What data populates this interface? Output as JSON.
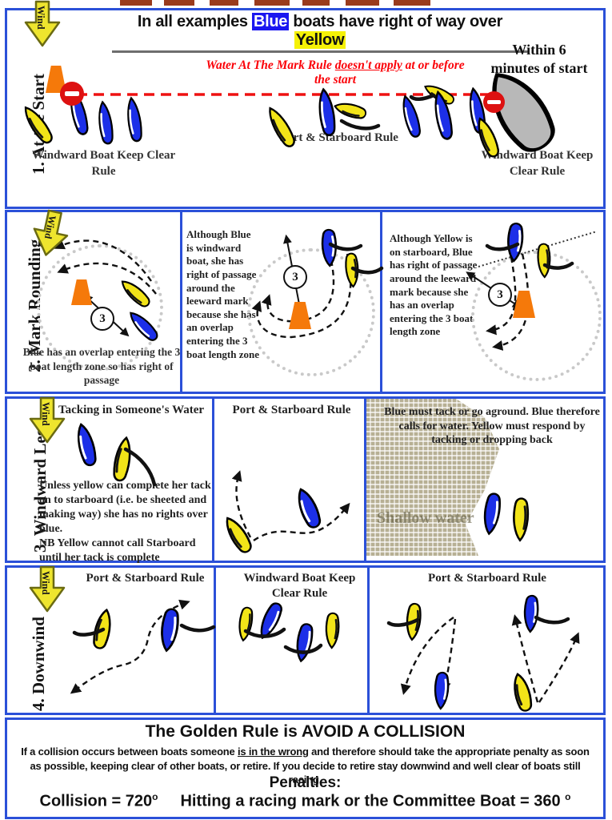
{
  "colors": {
    "border_blue": "#2b50d8",
    "boat_blue": "#1c2fe8",
    "boat_yellow": "#f2e418",
    "mark_orange": "#f5790a",
    "line_red": "#ee1111",
    "note_red": "#fb0007",
    "committee_gray": "#b8b8b8",
    "shallow_khaki": "#b7b094",
    "wind_yellow": "#eee52e",
    "highlight_blue": "#1a16f0",
    "highlight_yellow": "#f5f106"
  },
  "header": {
    "wind_label": "Wind",
    "title_prefix": "In all examples ",
    "title_blue_word": "Blue",
    "title_middle": " boats have right of way over ",
    "title_yellow_word": "Yellow"
  },
  "section1": {
    "label": "1. At the Start",
    "note_pre": "Water At The Mark Rule ",
    "note_underlined": "doesn't apply",
    "note_post": " at or before the start",
    "within_line1": "Within 6",
    "within_line2": "minutes of start",
    "caption_left": "Windward Boat Keep Clear Rule",
    "caption_middle": "Port & Starboard Rule",
    "caption_right": "Windward Boat Keep Clear Rule"
  },
  "section2": {
    "label": "2. Mark Rounding",
    "zone_number": "3",
    "panel1_caption": "Blue has an overlap entering the 3 boat length zone so has right of passage",
    "panel2_text": "Although Blue is windward boat, she has right of passage around the leeward mark because she has an overlap entering the 3 boat length zone",
    "panel3_text": "Although Yellow is on starboard, Blue has right of passage around the leeward mark because she has an overlap entering the 3 boat length zone"
  },
  "section3": {
    "label": "3. Windward Leg",
    "panel1_title": "Tacking in Someone's Water",
    "panel1_text": "Unless yellow can complete her tack on to starboard (i.e. be sheeted and making way) she has no rights over blue.",
    "panel1_note": "NB Yellow cannot call Starboard until her tack is complete",
    "panel2_title": "Port & Starboard Rule",
    "panel3_text": "Blue must tack or go aground. Blue therefore calls for water. Yellow must respond by tacking or dropping back",
    "panel3_shallow_label": "Shallow water"
  },
  "section4": {
    "label": "4. Downwind",
    "panel1_title": "Port & Starboard Rule",
    "panel2_title": "Windward Boat Keep Clear Rule",
    "panel3_title": "Port & Starboard Rule"
  },
  "footer": {
    "title": "The Golden Rule is AVOID A COLLISION",
    "body_pre": "If a collision occurs between boats someone ",
    "body_underlined": "is in the wrong",
    "body_post": " and therefore should take the appropriate penalty as soon as possible, keeping clear of other boats, or retire. If you decide to retire stay downwind and well clear of boats still racing.",
    "penalties_label": "Penalties:",
    "penalty1_text": "Collision = 720",
    "penalty1_sup": "o",
    "penalty2_text": "Hitting a racing mark or the Committee Boat  = 360",
    "penalty2_sup": "o"
  }
}
